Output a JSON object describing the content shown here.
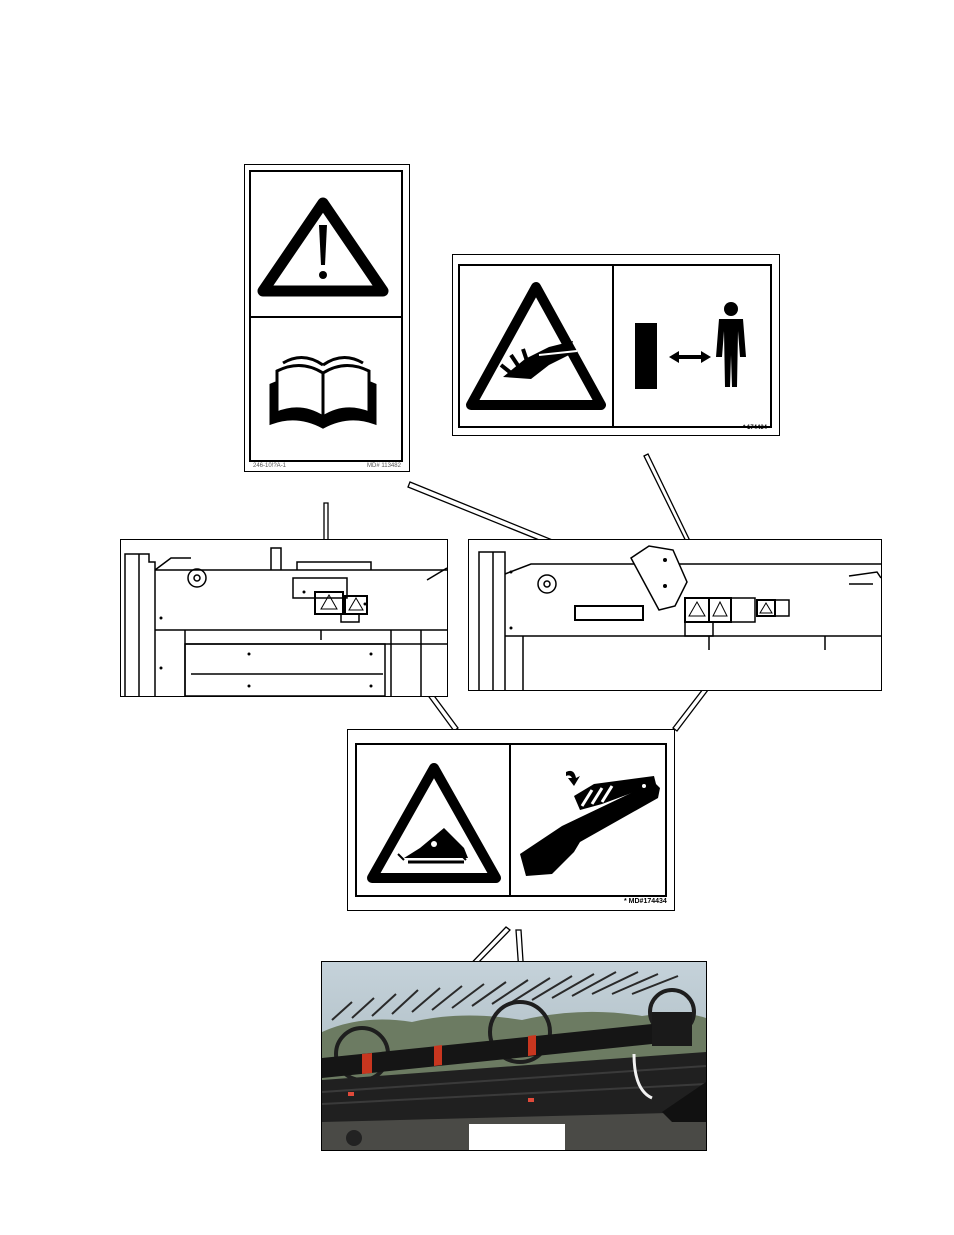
{
  "decal_read_manual": {
    "left_code": "246-10!?A-1",
    "right_code": "MD# 113482",
    "icons": [
      "warning-exclamation-icon",
      "open-book-icon"
    ]
  },
  "decal_keep_away": {
    "code": "* 174434",
    "icons": [
      "hand-entanglement-warning-icon",
      "keep-distance-person-icon"
    ]
  },
  "decal_reel_crush": {
    "code": "* MD#174434",
    "icons": [
      "reel-crush-warning-icon",
      "reel-arm-lock-icon"
    ]
  },
  "photo": {
    "label_box": ""
  },
  "colors": {
    "ink": "#000000",
    "photo_red": "#c8361f",
    "sky": "#b8c6cf"
  }
}
